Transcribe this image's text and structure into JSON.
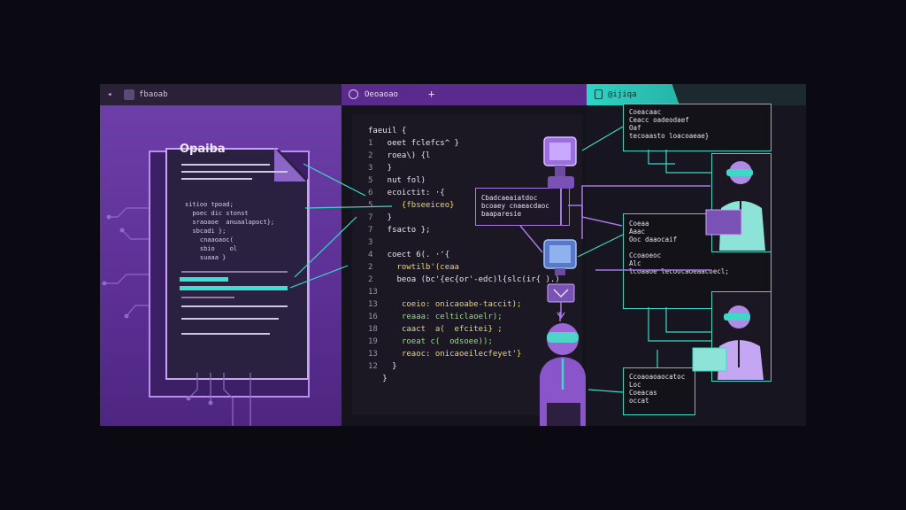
{
  "tabs": {
    "left_label": "fbaoab",
    "mid_label": "Oeoaoao",
    "add_label": "+",
    "right_label": "@ijiqa"
  },
  "doc": {
    "title": "Opaiba",
    "code_lines": [
      "sitioo tpoad;",
      "  poec dic stonst",
      "  sraoaoe  anuaalapoct};",
      "  sbcadi };",
      "    cnaaoaoc(",
      "    sbio    ol",
      "    suaaa }"
    ]
  },
  "editor": {
    "line_numbers": [
      "1",
      "2",
      "3",
      "5",
      "6",
      "5",
      "7",
      "7",
      "3",
      "4",
      "2",
      "2",
      "13",
      "13",
      "16",
      "18",
      "19",
      "13",
      "12"
    ],
    "lines": [
      "faeuil {",
      "  oeet fclefcs^ }",
      "  roea\\) {l",
      "  }",
      "  nut fol)",
      "  ecoictit: ·{",
      "     {fbseeiceo}",
      "  }",
      "  fsacto };",
      "",
      "  coect 6(. ·'{",
      "    rowtilb'(ceaa",
      "    beoa (bc'{ec{or'-edc)l{slc(ir{ ).)",
      "",
      "    coeio: onicaoabe-taccit);",
      "    reaaa: celticlaoelr);",
      "    caact  a(  efcitei} ;",
      "    roeat c(  odsoee));",
      "    reaoc: onicaoeilecfeyet'}"
    ],
    "closing": [
      "}",
      "}"
    ]
  },
  "popup_mid": {
    "lines": [
      "Cbadcaeaiatdoc",
      "bcoaey cnaeacdaoc",
      "baaparesie"
    ]
  },
  "boxes": {
    "top": [
      "Coeacaac",
      "Ceacc oadeodaef",
      "Oaf",
      "tecoaasto loacoaeae}"
    ],
    "middle": [
      "Coeaa",
      "Aaac",
      "Ooc daaocaif",
      "",
      "Ccoaoeoc",
      "Alc",
      "lcoaaoe lecoocaoeaacoecl;"
    ],
    "bottom": [
      "Ccoaoaoaocatoc",
      "Loc",
      "Coeacas",
      "occat"
    ]
  },
  "colors": {
    "teal": "#3dd8c6",
    "purple": "#6d3ea8",
    "lavender": "#c7a4f5"
  }
}
